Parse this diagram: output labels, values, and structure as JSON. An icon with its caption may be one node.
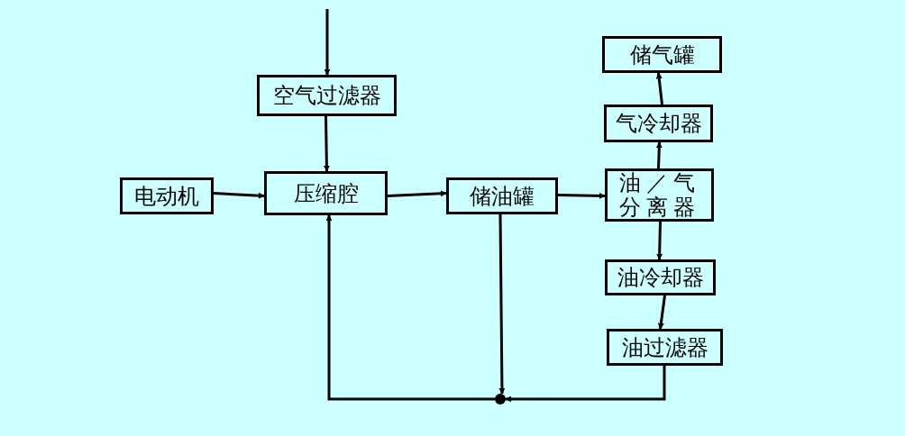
{
  "diagram": {
    "nodes": [
      {
        "text": [
          "空气过滤器"
        ]
      },
      {
        "text": [
          "电动机"
        ]
      },
      {
        "text": [
          "压缩腔"
        ]
      },
      {
        "text": [
          "储油罐"
        ]
      },
      {
        "text": [
          "储气罐"
        ]
      },
      {
        "text": [
          "气冷却器"
        ]
      },
      {
        "text": [
          "油／气分离器"
        ]
      },
      {
        "text": [
          "油冷却器"
        ]
      },
      {
        "text": [
          "油过滤器"
        ]
      },
      {
        "text": [],
        "shape": "circle"
      }
    ],
    "edges": [
      {
        "from": null,
        "to": 0,
        "arrow": "to"
      },
      {
        "from": 0,
        "to": 2,
        "arrow": "to"
      },
      {
        "from": 1,
        "to": 2,
        "arrow": "to"
      },
      {
        "from": 2,
        "to": 3,
        "arrow": "to"
      },
      {
        "from": 3,
        "to": 6,
        "arrow": "to"
      },
      {
        "from": 6,
        "to": 5,
        "arrow": "to"
      },
      {
        "from": 5,
        "to": 4,
        "arrow": "to"
      },
      {
        "from": 6,
        "to": 7,
        "arrow": "to"
      },
      {
        "from": 7,
        "to": 8,
        "arrow": "to"
      },
      {
        "from": 3,
        "to": 9,
        "arrow": "to"
      },
      {
        "from": 8,
        "to": 9,
        "arrow": "to"
      },
      {
        "from": 9,
        "to": 2,
        "arrow": "to"
      }
    ]
  }
}
